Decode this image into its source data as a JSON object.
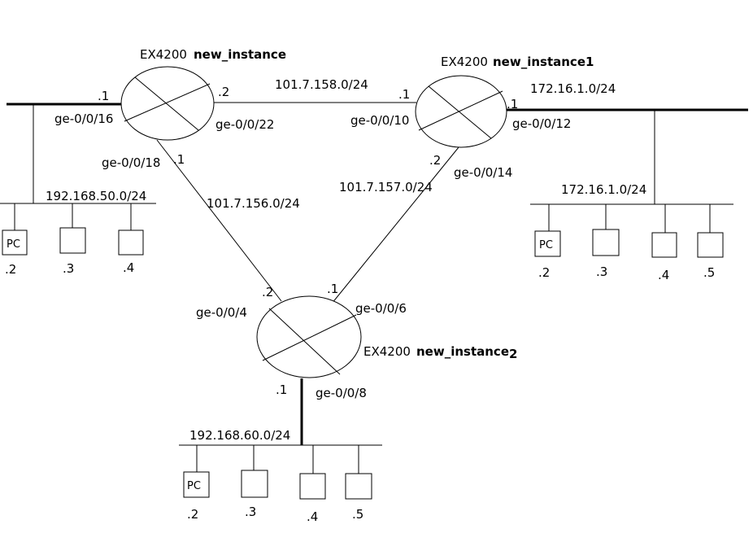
{
  "routers": {
    "r1": {
      "model": "EX4200",
      "name": "new_instance"
    },
    "r2": {
      "model": "EX4200",
      "name": "new_instance1"
    },
    "r3": {
      "model": "EX4200",
      "name": "new_instance",
      "name_suffix": "2"
    }
  },
  "links": {
    "r1_r2": {
      "network": "101.7.158.0/24",
      "r1_if": "ge-0/0/22",
      "r1_ip": ".2",
      "r2_if": "ge-0/0/10",
      "r2_ip": ".1"
    },
    "r1_r3": {
      "network": "101.7.156.0/24",
      "r1_if": "ge-0/0/18",
      "r1_ip": ".1",
      "r3_if": "ge-0/0/4",
      "r3_ip": ".2"
    },
    "r2_r3": {
      "network": "101.7.157.0/24",
      "r2_if": "ge-0/0/14",
      "r2_ip": ".2",
      "r3_if": "ge-0/0/6",
      "r3_ip": ".1"
    }
  },
  "lans": {
    "left": {
      "network": "192.168.50.0/24",
      "router_if": "ge-0/0/16",
      "router_ip": ".1",
      "hosts": [
        {
          "label": "PC",
          "ip": ".2"
        },
        {
          "label": "",
          "ip": ".3"
        },
        {
          "label": "",
          "ip": ".4"
        }
      ]
    },
    "right": {
      "network": "172.16.1.0/24",
      "network_top": "172.16.1.0/24",
      "router_if": "ge-0/0/12",
      "router_ip": ".1",
      "hosts": [
        {
          "label": "PC",
          "ip": ".2"
        },
        {
          "label": "",
          "ip": ".3"
        },
        {
          "label": "",
          "ip": ".4"
        },
        {
          "label": "",
          "ip": ".5"
        }
      ]
    },
    "bottom": {
      "network": "192.168.60.0/24",
      "router_if": "ge-0/0/8",
      "router_ip": ".1",
      "hosts": [
        {
          "label": "PC",
          "ip": ".2"
        },
        {
          "label": "",
          "ip": ".3"
        },
        {
          "label": "",
          "ip": ".4"
        },
        {
          "label": "",
          "ip": ".5"
        }
      ]
    }
  }
}
